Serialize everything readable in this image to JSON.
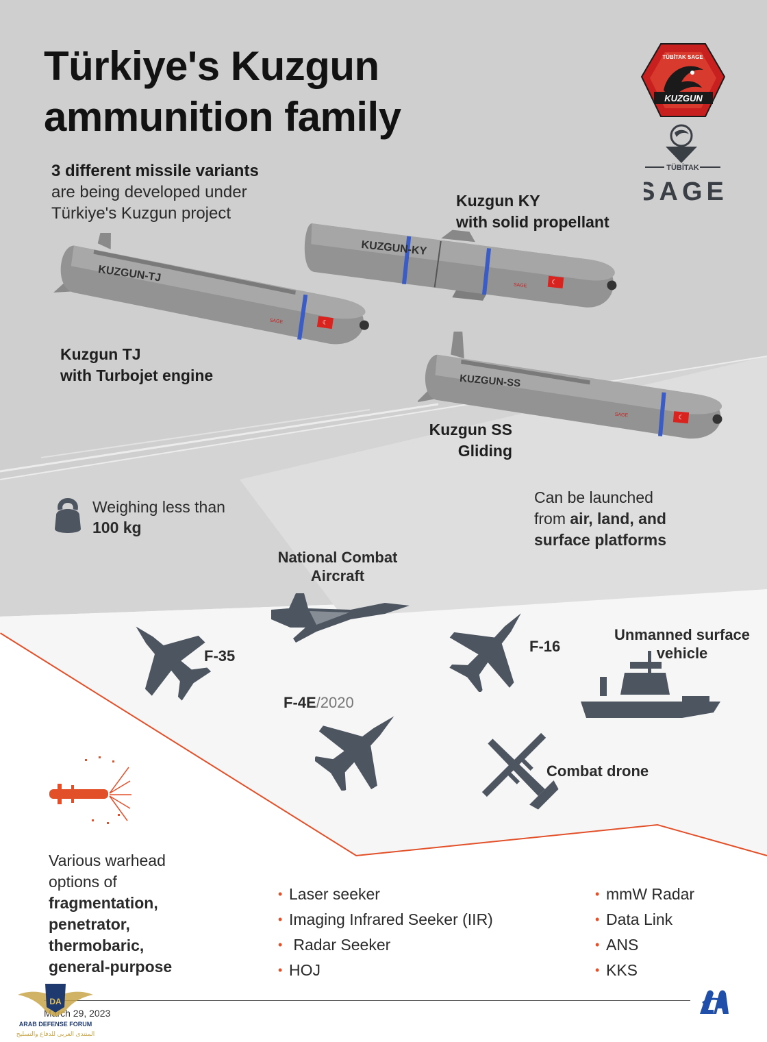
{
  "title": {
    "line1": "Türkiye's Kuzgun",
    "line2": "ammunition family"
  },
  "intro": {
    "line1": "3 different missile variants",
    "line2": "are being developed under",
    "line3": "Türkiye's Kuzgun project"
  },
  "logo": {
    "badge_top": "TÜBİTAK SAGE",
    "badge_name": "KUZGUN",
    "org_small": "TÜBİTAK",
    "org_large": "SAGE"
  },
  "variants": {
    "ky": {
      "name": "Kuzgun KY",
      "desc": "with solid propellant",
      "body_label": "KUZGUN-KY"
    },
    "tj": {
      "name": "Kuzgun TJ",
      "desc": "with Turbojet engine",
      "body_label": "KUZGUN-TJ"
    },
    "ss": {
      "name": "Kuzgun SS",
      "desc": "Gliding",
      "body_label": "KUZGUN-SS"
    }
  },
  "missile_marking": "SAGE",
  "weight": {
    "line1": "Weighing less than",
    "value": "100 kg"
  },
  "launch": {
    "line1": "Can be launched",
    "prefix": "from ",
    "bold1": "air, land, and",
    "bold2": "surface platforms"
  },
  "platforms": {
    "nca_line1": "National Combat",
    "nca_line2": "Aircraft",
    "f35": "F-35",
    "f16": "F-16",
    "usv_line1": "Unmanned surface",
    "usv_line2": "vehicle",
    "f4e": "F-4E",
    "f4e_suffix": "/2020",
    "drone": "Combat drone"
  },
  "warhead": {
    "line1": "Various warhead",
    "line2": "options of",
    "types": [
      "fragmentation,",
      "penetrator,",
      "thermobaric,",
      "general-purpose"
    ]
  },
  "seekers_left": [
    "Laser seeker",
    "Imaging Infrared Seeker (IIR)",
    " Radar Seeker",
    "HOJ"
  ],
  "seekers_right": [
    "mmW Radar",
    "Data Link",
    "ANS",
    "KKS"
  ],
  "date": "March 29, 2023",
  "watermark": {
    "line1": "ARAB DEFENSE FORUM",
    "line2": "المنتدى العربي للدفاع والتسليح"
  },
  "colors": {
    "accent": "#e2502a",
    "silhouette": "#4c5560",
    "bg_gray": "#d4d4d4",
    "missile": "#8e8e8e",
    "band": "#3b5cc4",
    "flag": "#d9231f"
  },
  "icons": {
    "weight": "kettlebell-icon",
    "warhead": "fragmentation-icon",
    "agency": "aa-logo-icon"
  }
}
